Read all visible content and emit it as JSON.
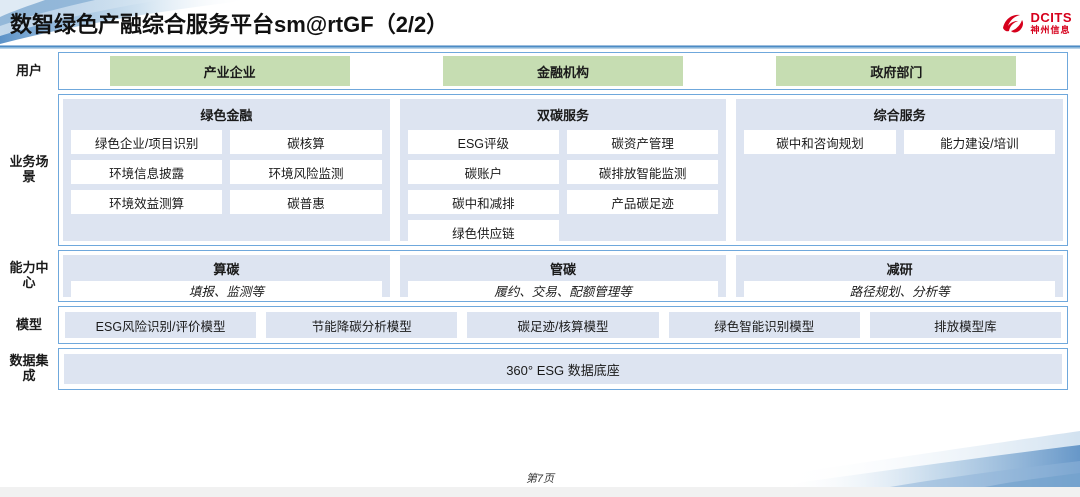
{
  "header": {
    "title": "数智绿色产融综合服务平台sm@rtGF（2/2）",
    "logo": {
      "en": "DCITS",
      "cn": "神州信息"
    }
  },
  "colors": {
    "green": "#c6ddb2",
    "panel_blue": "#dde4f1",
    "border_blue": "#6fa8dc",
    "logo_red": "#d6001c"
  },
  "rows": {
    "user": {
      "label": "用户",
      "items": [
        "产业企业",
        "金融机构",
        "政府部门"
      ]
    },
    "business": {
      "label": "业务场景",
      "columns": [
        {
          "title": "绿色金融",
          "items": [
            "绿色企业/项目识别",
            "碳核算",
            "环境信息披露",
            "环境风险监测",
            "环境效益测算",
            "碳普惠"
          ]
        },
        {
          "title": "双碳服务",
          "items": [
            "ESG评级",
            "碳资产管理",
            "碳账户",
            "碳排放智能监测",
            "碳中和减排",
            "产品碳足迹",
            "绿色供应链"
          ]
        },
        {
          "title": "综合服务",
          "items": [
            "碳中和咨询规划",
            "能力建设/培训"
          ]
        }
      ]
    },
    "capability": {
      "label": "能力中心",
      "columns": [
        {
          "title": "算碳",
          "subtitle": "填报、监测等"
        },
        {
          "title": "管碳",
          "subtitle": "履约、交易、配额管理等"
        },
        {
          "title": "减研",
          "subtitle": "路径规划、分析等"
        }
      ]
    },
    "model": {
      "label": "模型",
      "items": [
        "ESG风险识别/评价模型",
        "节能降碳分析模型",
        "碳足迹/核算模型",
        "绿色智能识别模型",
        "排放模型库"
      ]
    },
    "data": {
      "label": "数据集成",
      "items": [
        "360° ESG 数据底座"
      ]
    }
  },
  "footer": {
    "page": "第7页"
  }
}
